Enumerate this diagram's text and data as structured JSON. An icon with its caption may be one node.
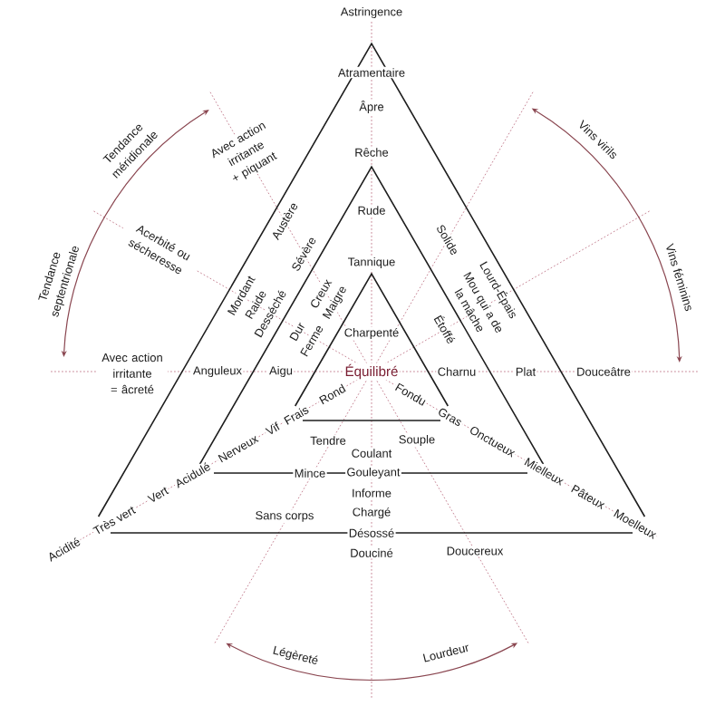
{
  "diagram": {
    "labels": [
      "Astringence",
      "Atramentaire",
      "Âpre",
      "Tendance méridionale",
      "Avec action irritante + piquant",
      "Rêche",
      "Vins virils",
      "Rude",
      "Tendance septentrionale",
      "Acerbité ou sécheresse",
      "Austère",
      "Sévère",
      "Tannique",
      "Solide",
      "Mordant",
      "Raide",
      "Desséché",
      "Creux",
      "Maigre",
      "Mou qui a de la mâche",
      "Lourd-Épais",
      "Vins féminins",
      "Dur",
      "Ferme",
      "Charpenté",
      "Étoffé",
      "Avec action irritante = âcreté",
      "Anguleux",
      "Aigu",
      "Équilibré",
      "Charnu",
      "Plat",
      "Douceâtre",
      "Acidité",
      "Très vert",
      "Vert",
      "Acidulé",
      "Nerveux",
      "Vif",
      "Frais",
      "Rond",
      "Fondu",
      "Gras",
      "Onctueux",
      "Mielleux",
      "Pâteux",
      "Moelleux",
      "Tendre",
      "Coulant",
      "Souple",
      "Mince",
      "Gouleyant",
      "Informe",
      "Sans corps",
      "Chargé",
      "Désossé",
      "Douciné",
      "Doucereux",
      "Légèreté",
      "Lourdeur"
    ]
  }
}
